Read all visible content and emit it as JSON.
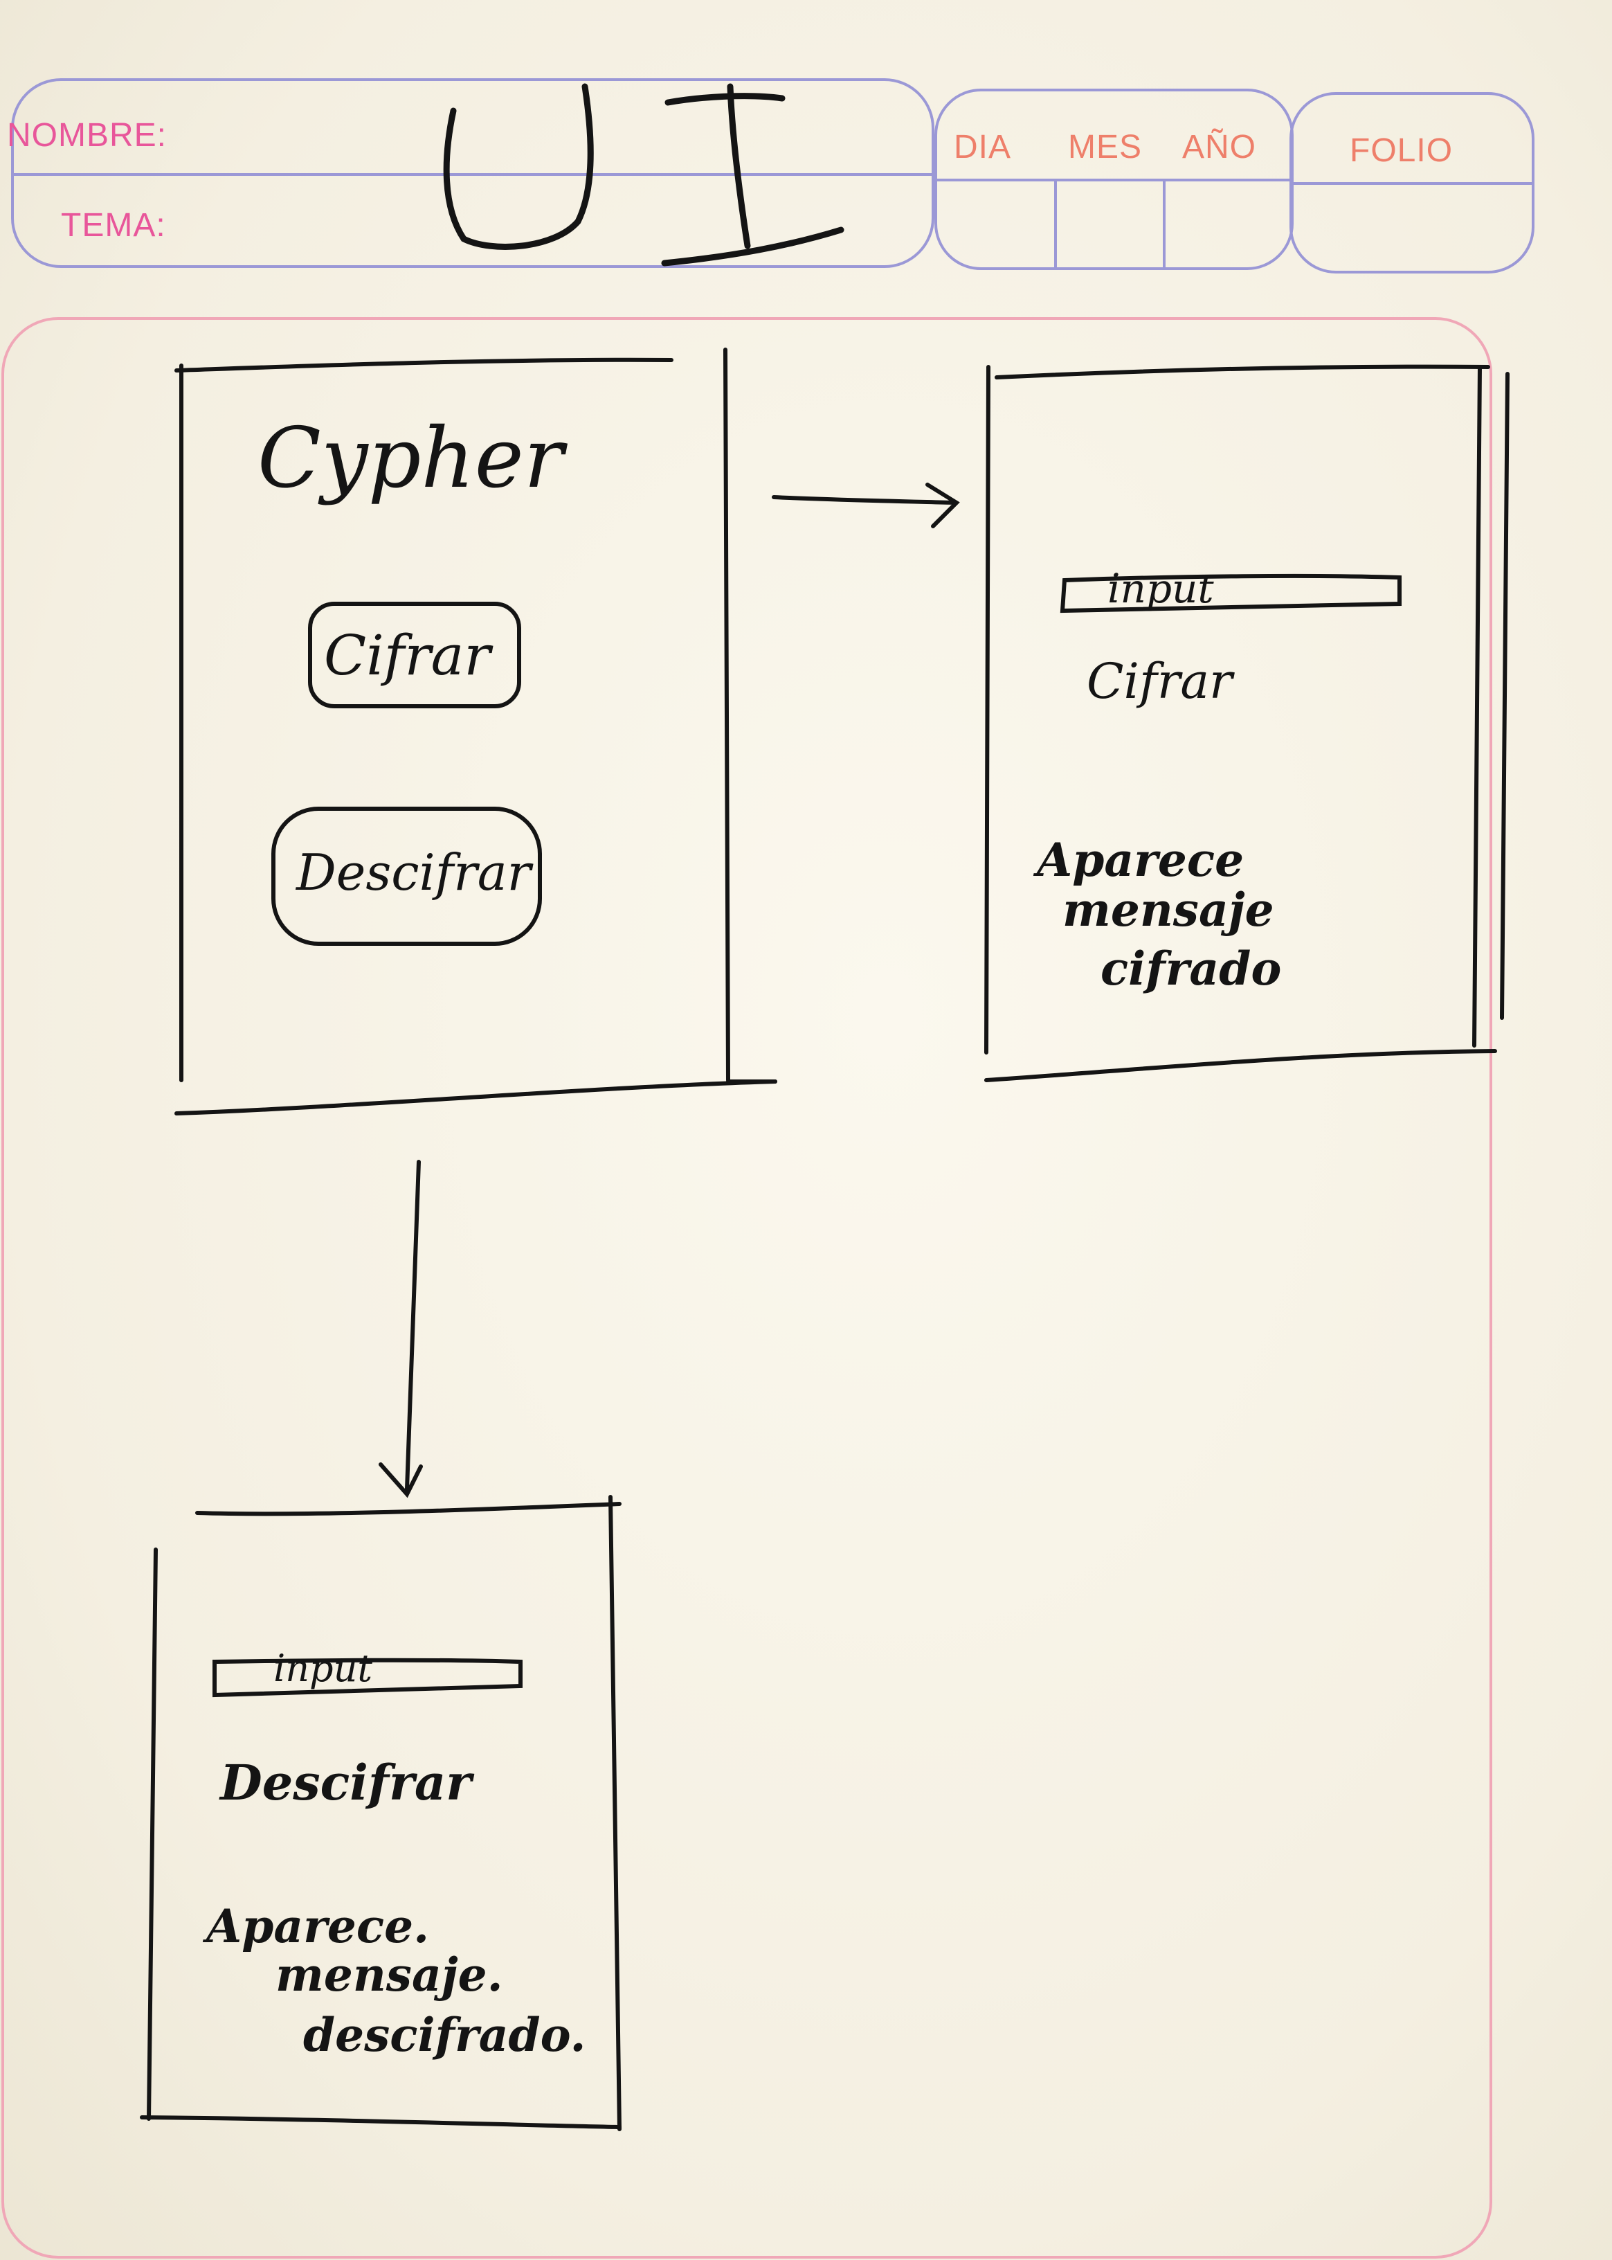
{
  "header": {
    "nombre_label": "NOMBRE:",
    "tema_label": "TEMA:",
    "nombre_value": "UI",
    "dia_label": "DIA",
    "mes_label": "MES",
    "anio_label": "AÑO",
    "folio_label": "FOLIO"
  },
  "screens": {
    "home": {
      "title": "Cypher",
      "cifrar_button": "Cifrar",
      "descifrar_button": "Descifrar"
    },
    "cifrar": {
      "input_label": "input",
      "action_label": "Cifrar",
      "result_text": [
        "Aparece",
        "mensaje",
        "cifrado"
      ]
    },
    "descifrar": {
      "input_label": "input",
      "action_label": "Descifrar",
      "result_text": [
        "Aparece.",
        "mensaje.",
        "descifrado."
      ]
    }
  },
  "colors": {
    "ink": "#141414",
    "header_pink": "#e8569a",
    "header_orange": "#ee7f6a",
    "header_outline": "#9b98d6",
    "frame_pink": "#f0a7b7"
  }
}
